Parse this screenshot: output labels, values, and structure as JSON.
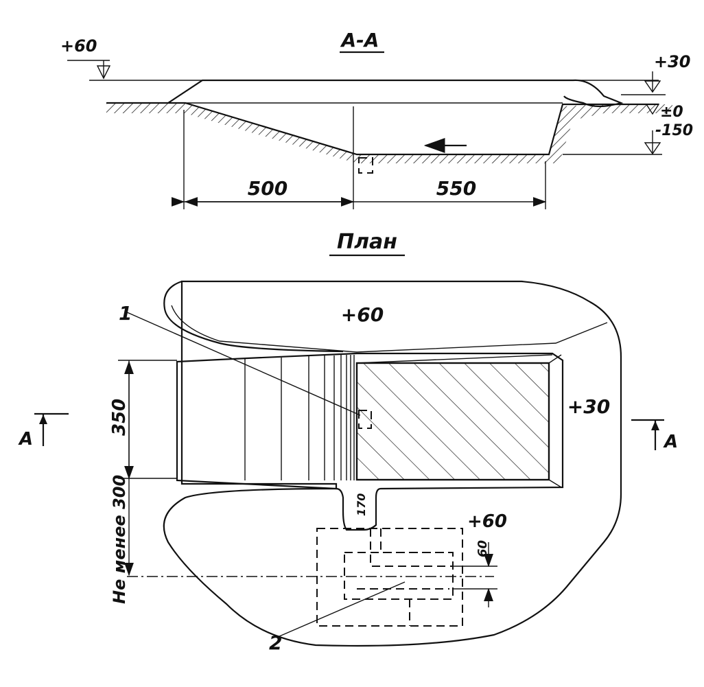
{
  "section": {
    "title": "А-А",
    "elev_top_left": "+60",
    "elev_top_right": "+30",
    "elev_zero": "±0",
    "elev_bottom": "-150",
    "dim_left": "500",
    "dim_right": "550"
  },
  "plan": {
    "title": "План",
    "elev_top": "+60",
    "elev_right": "+30",
    "elev_bottom": "+60",
    "dim_width": "350",
    "dim_min": "Не менее 300",
    "dim_channel": "170",
    "dim_small": "60",
    "cut_label_left": "А",
    "cut_label_right": "А",
    "callout_1": "1",
    "callout_2": "2"
  }
}
